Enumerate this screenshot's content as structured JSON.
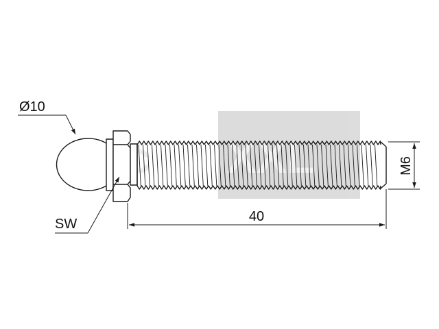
{
  "labels": {
    "ball_diameter": "Ø10",
    "wrench_size": "SW",
    "length": "40",
    "thread": "M6"
  },
  "watermark": {
    "text_left": "Tec",
    "text_right": "XXL"
  },
  "colors": {
    "line": "#1a1a1a",
    "watermark_box": "#d9d9d9",
    "watermark_text_light": "#ffffff",
    "watermark_text_dark": "#e3e3e3"
  }
}
